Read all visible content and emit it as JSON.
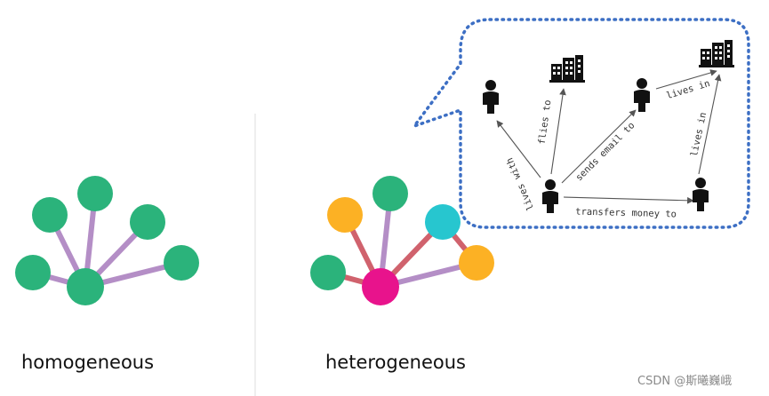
{
  "captions": {
    "homogeneous": "homogeneous",
    "heterogeneous": "heterogeneous"
  },
  "watermark": "CSDN @斯曦巍峨",
  "colors": {
    "homogeneous_node": "#2bb37b",
    "homogeneous_edge": "#b48ec6",
    "hetero_node_green": "#2bb37b",
    "hetero_node_orange": "#fcb124",
    "hetero_node_cyan": "#27c6cf",
    "hetero_node_magenta": "#e8138c",
    "hetero_edge_purple": "#b48ec6",
    "hetero_edge_red": "#d0626d",
    "callout_border": "#3d6fc4",
    "divider": "#dddddd",
    "icon": "#111111",
    "arrow": "#555555"
  },
  "callout": {
    "entities": [
      {
        "id": "person_top_left",
        "icon": "person-icon"
      },
      {
        "id": "building_left",
        "icon": "building-icon"
      },
      {
        "id": "person_top_mid",
        "icon": "person-icon"
      },
      {
        "id": "building_right",
        "icon": "building-icon"
      },
      {
        "id": "person_center",
        "icon": "person-icon"
      },
      {
        "id": "person_right",
        "icon": "person-icon"
      }
    ],
    "relations": [
      {
        "label": "lives with"
      },
      {
        "label": "flies to"
      },
      {
        "label": "sends email to"
      },
      {
        "label": "lives in"
      },
      {
        "label": "lives in"
      },
      {
        "label": "transfers money to"
      }
    ]
  }
}
